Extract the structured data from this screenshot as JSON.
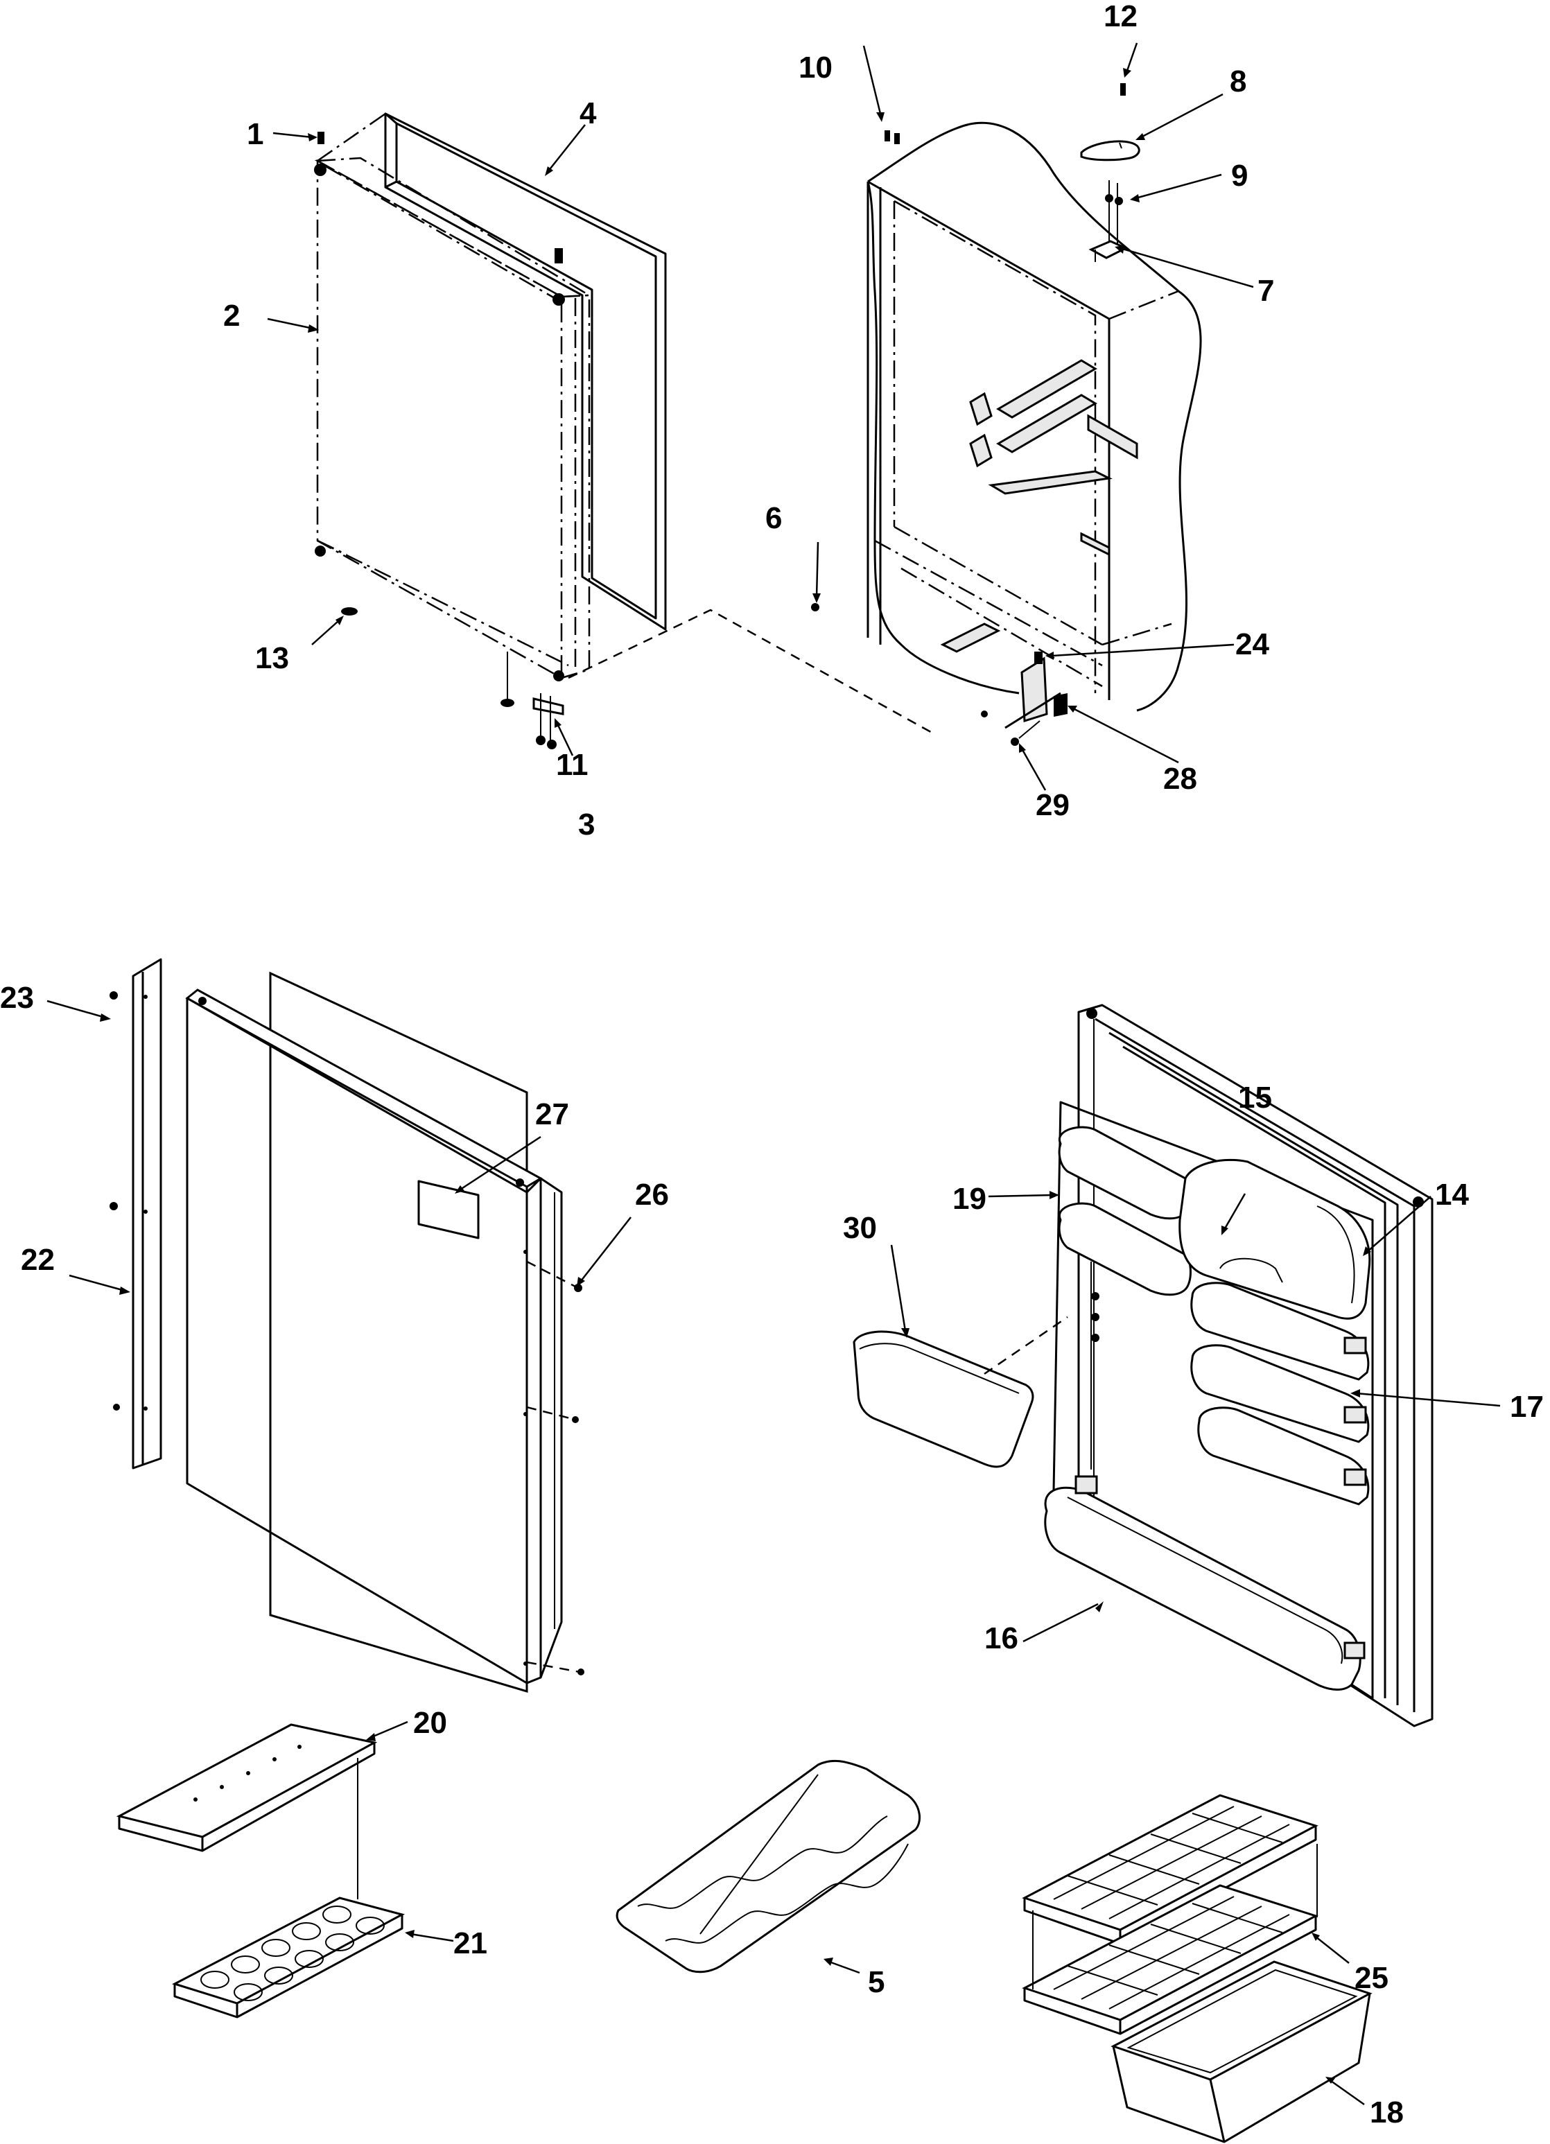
{
  "diagram": {
    "callouts": [
      {
        "id": "c1",
        "text": "1"
      },
      {
        "id": "c2",
        "text": "2"
      },
      {
        "id": "c3",
        "text": "3"
      },
      {
        "id": "c4",
        "text": "4"
      },
      {
        "id": "c5",
        "text": "5"
      },
      {
        "id": "c6",
        "text": "6"
      },
      {
        "id": "c7",
        "text": "7"
      },
      {
        "id": "c8",
        "text": "8"
      },
      {
        "id": "c9",
        "text": "9"
      },
      {
        "id": "c10",
        "text": "10"
      },
      {
        "id": "c11",
        "text": "11"
      },
      {
        "id": "c12",
        "text": "12"
      },
      {
        "id": "c13",
        "text": "13"
      },
      {
        "id": "c14",
        "text": "14"
      },
      {
        "id": "c15",
        "text": "15"
      },
      {
        "id": "c16",
        "text": "16"
      },
      {
        "id": "c17",
        "text": "17"
      },
      {
        "id": "c18",
        "text": "18"
      },
      {
        "id": "c19",
        "text": "19"
      },
      {
        "id": "c20",
        "text": "20"
      },
      {
        "id": "c21",
        "text": "21"
      },
      {
        "id": "c22",
        "text": "22"
      },
      {
        "id": "c23",
        "text": "23"
      },
      {
        "id": "c24",
        "text": "24"
      },
      {
        "id": "c25",
        "text": "25"
      },
      {
        "id": "c26",
        "text": "26"
      },
      {
        "id": "c27",
        "text": "27"
      },
      {
        "id": "c28",
        "text": "28"
      },
      {
        "id": "c29",
        "text": "29"
      },
      {
        "id": "c30",
        "text": "30"
      }
    ]
  }
}
